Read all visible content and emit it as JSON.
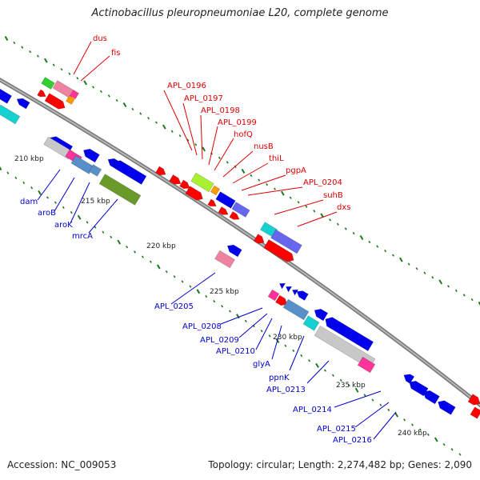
{
  "title": "Actinobacillus pleuropneumoniae L20, complete genome",
  "accession": "Accession: NC_009053",
  "summary": "Topology: circular; Length: 2,274,482 bp; Genes: 2,090",
  "colors": {
    "backbone": "#8c8c8c",
    "tick": "#1a7a1a",
    "forward_label": "#dd0000",
    "reverse_label": "#0000cc",
    "forward_feature": "#ff0000",
    "reverse_feature": "#0000ee",
    "cyan": "#17d0d0",
    "pink": "#ee82a0",
    "magenta": "#ff3399",
    "gray": "#c8c8c8",
    "steel": "#5a8ec8",
    "olive": "#6a9a2a",
    "lime": "#a8f030",
    "green": "#30d030",
    "orange": "#ff9900",
    "purple": "#6666ee"
  },
  "scale_labels": [
    "210 kbp",
    "215 kbp",
    "220 kbp",
    "225 kbp",
    "230 kbp",
    "235 kbp",
    "240 kbp"
  ],
  "forward_labels": [
    "dus",
    "fis",
    "APL_0196",
    "APL_0197",
    "APL_0198",
    "APL_0199",
    "hofQ",
    "nusB",
    "thiL",
    "pgpA",
    "APL_0204",
    "suhB",
    "dxs"
  ],
  "reverse_labels": [
    "dam",
    "aroB",
    "aroK",
    "mrcA",
    "APL_0205",
    "APL_0208",
    "APL_0209",
    "APL_0210",
    "glyA",
    "ppnK",
    "APL_0213",
    "APL_0214",
    "APL_0215",
    "APL_0216"
  ]
}
